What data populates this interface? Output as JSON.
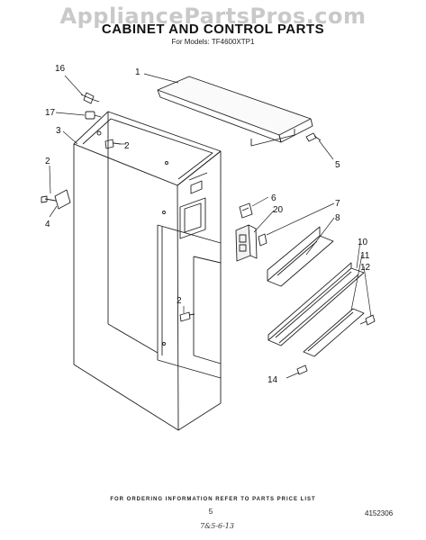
{
  "watermark": "AppliancePartsPros.com",
  "title": "CABINET AND CONTROL PARTS",
  "models": "For Models: TF4600XTP1",
  "callouts": {
    "c1": "1",
    "c2a": "2",
    "c2b": "2",
    "c2c": "2",
    "c3": "3",
    "c4": "4",
    "c5": "5",
    "c6": "6",
    "c7": "7",
    "c8": "8",
    "c10": "10",
    "c11": "11",
    "c12": "12",
    "c14": "14",
    "c16": "16",
    "c17": "17",
    "c20": "20"
  },
  "footer": {
    "note": "FOR ORDERING INFORMATION REFER TO PARTS PRICE LIST",
    "page": "5",
    "doc_number": "4152306",
    "handwritten": "7&5-6-13"
  }
}
